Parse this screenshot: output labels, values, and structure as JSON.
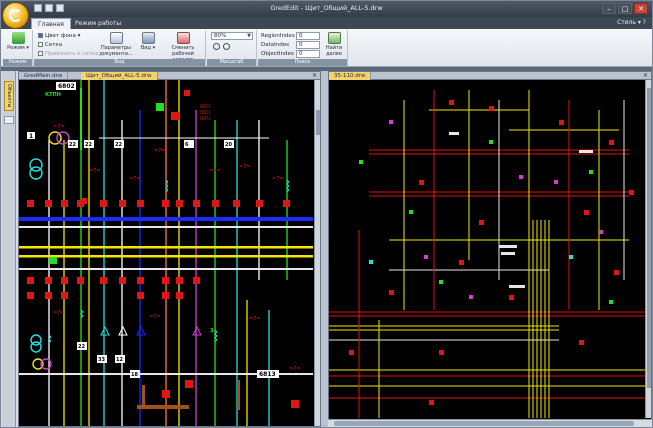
{
  "window": {
    "title": "GredEdit - Щит_Общий_ALL-5.drw",
    "minimize_glyph": "–",
    "maximize_glyph": "□",
    "close_glyph": "✕"
  },
  "ribbon_tabs": [
    {
      "label": "Главная",
      "active": true
    },
    {
      "label": "Режим работы",
      "active": false
    }
  ],
  "style_menu": "Стиль",
  "ribbon": {
    "mode_group": {
      "button": "Режим",
      "label": "Режим"
    },
    "view_group": {
      "label": "Вид",
      "background_color": "Цвет фона",
      "grid": "Сетка",
      "snap_to_grid": "Привязать к сетке",
      "doc_params": "Параметры документа...",
      "view_button": "Вид",
      "change_catalog": "Сменить рабочий каталог"
    },
    "zoom_group": {
      "label": "Масштаб",
      "zoom_value": "80%"
    },
    "search_group": {
      "label": "Поиск",
      "region_label": "RegionIndex",
      "region_value": "0",
      "data_label": "DataIndex",
      "data_value": "0",
      "object_label": "ObjectIndex",
      "object_value": "0",
      "find_button": "Найти далее"
    }
  },
  "side_panel": {
    "tab": "Объекты"
  },
  "documents": {
    "left": {
      "tabs": [
        "GredMain.drw",
        "Щит_Общий_ALL-5.drw"
      ],
      "active_tab": 1,
      "labels": {
        "top_number": "6802",
        "ktpn": "КТПН",
        "lower_number": "6813",
        "code_a": "1",
        "code_b": "3",
        "c1": "22",
        "c2": "22",
        "c3": "22",
        "c4": "6",
        "c5": "20",
        "c6": "22",
        "c7": "33",
        "c8": "12",
        "c9": "18"
      }
    },
    "right": {
      "tabs": [
        "35-110.drw"
      ],
      "active_tab": 0
    }
  },
  "colors": {
    "canvas_bg": "#000000",
    "bus_blue": "#1a2cff",
    "bus_yellow": "#f2e600",
    "bus_white": "#e6e6e6",
    "line_cyan": "#23e0e0",
    "line_green": "#22e022",
    "breaker_red": "#e01515",
    "tab_active": "#f3d36b"
  }
}
